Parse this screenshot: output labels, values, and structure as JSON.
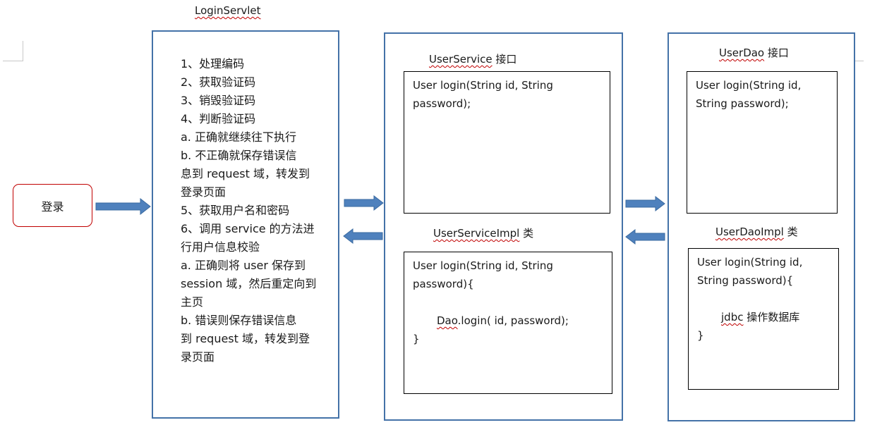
{
  "login": {
    "label": "登录"
  },
  "servlet": {
    "title": "LoginServlet",
    "steps": [
      "1、处理编码",
      "2、获取验证码",
      "3、销毁验证码",
      "4、判断验证码",
      "a. 正确就继续往下执行",
      "b. 不正确就保存错误信",
      "息到 request 域，转发到",
      "登录页面",
      "5、获取用户名和密码",
      "6、调用 service 的方法进",
      "行用户信息校验",
      "a. 正确则将 user 保存到",
      "session 域，然后重定向到",
      "主页",
      "b. 错误则保存错误信息",
      "到 request 域，转发到登",
      "录页面"
    ]
  },
  "service": {
    "interface_name": "UserService",
    "interface_suffix": " 接口",
    "interface_code": "User login(String id, String password);",
    "impl_name": "UserServiceImpl",
    "impl_suffix": " 类",
    "impl_line1": "User login(String id, String password){",
    "impl_dao_word": "Dao",
    "impl_line2_rest": ".login( id, password);",
    "impl_line3": "}"
  },
  "dao": {
    "interface_name": "UserDao",
    "interface_suffix": " 接口",
    "interface_code": "User login(String id, String password);",
    "impl_name": "UserDaoImpl",
    "impl_suffix": " 类",
    "impl_line1": "User login(String id, String password){",
    "impl_jdbc_word": "jdbc",
    "impl_line2_rest": " 操作数据库",
    "impl_line3": "}"
  },
  "colors": {
    "panel_border": "#4472a8",
    "arrow_fill": "#4f81bd",
    "login_border": "#c00000"
  }
}
